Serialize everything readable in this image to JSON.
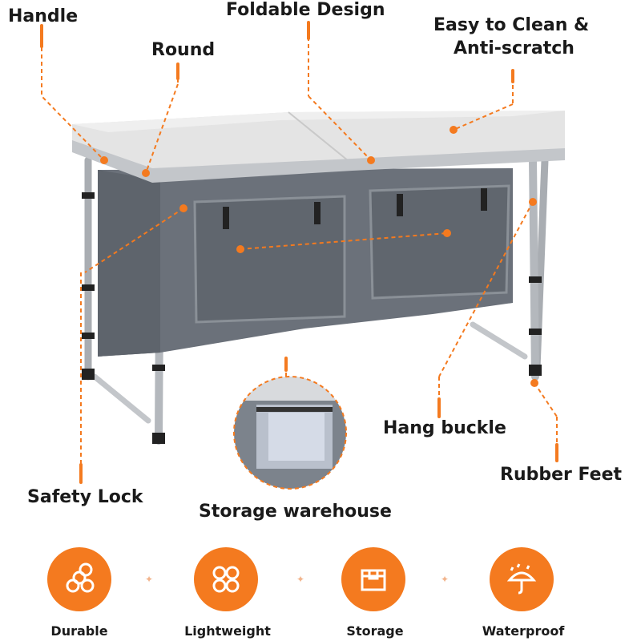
{
  "callouts": {
    "handle": "Handle",
    "foldable": "Foldable Design",
    "easy_clean_line1": "Easy to Clean &",
    "easy_clean_line2": "Anti-scratch",
    "round": "Round",
    "hang_buckle": "Hang buckle",
    "rubber_feet": "Rubber Feet",
    "safety_lock": "Safety Lock",
    "storage_warehouse": "Storage warehouse"
  },
  "features": [
    {
      "label": "Durable",
      "icon": "chain-links-icon"
    },
    {
      "label": "Lightweight",
      "icon": "infinity-rings-icon"
    },
    {
      "label": "Storage",
      "icon": "box-icon"
    },
    {
      "label": "Waterproof",
      "icon": "umbrella-rain-icon"
    }
  ],
  "colors": {
    "accent": "#f47a1f",
    "fabric": "#6b717a",
    "tabletop": "#e2e2e2",
    "frame": "#b9bcc0"
  }
}
